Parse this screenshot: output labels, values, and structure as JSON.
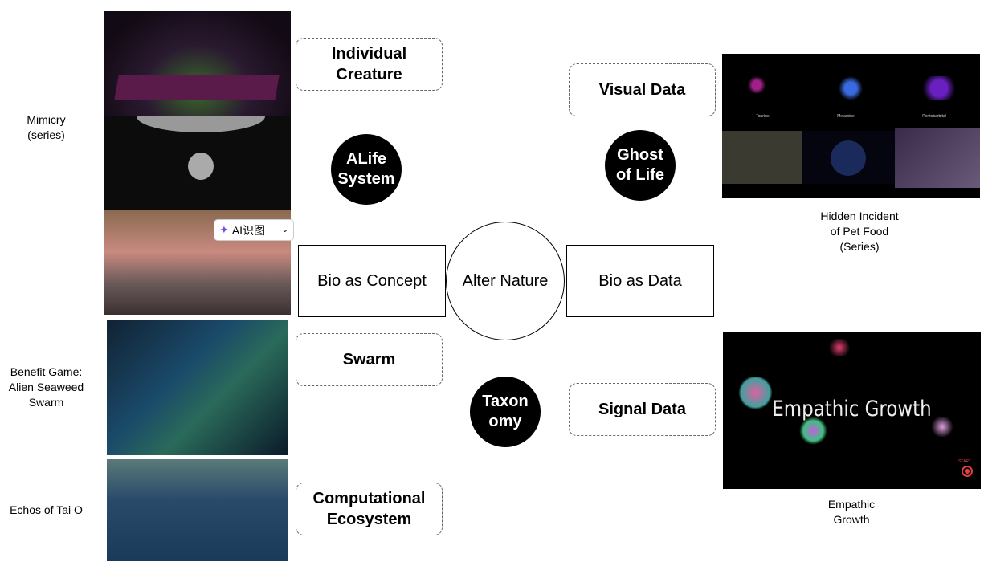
{
  "left_labels": {
    "mimicry": "Mimicry\n(series)",
    "benefit": "Benefit Game:\nAlien Seaweed\nSwarm",
    "echos": "Echos of Tai O"
  },
  "dashed_boxes": {
    "individual": "Individual\nCreature",
    "swarm": "Swarm",
    "computational": "Computational\nEcosystem",
    "visual": "Visual Data",
    "signal": "Signal Data"
  },
  "black_circles": {
    "alife": "ALife\nSystem",
    "ghost": "Ghost\nof Life",
    "taxonomy": "Taxon\nomy"
  },
  "center": "Alter Nature",
  "rects": {
    "concept": "Bio as Concept",
    "data": "Bio as Data"
  },
  "right_labels": {
    "petfood": "Hidden Incident\nof Pet Food\n(Series)",
    "empathic": "Empathic\nGrowth"
  },
  "images": {
    "molecules": [
      "Taurine",
      "Melamine",
      "Pentobarbital"
    ],
    "empathic_title": "Empathic Growth",
    "start": "START"
  },
  "ai_button": {
    "label": "AI识图"
  }
}
